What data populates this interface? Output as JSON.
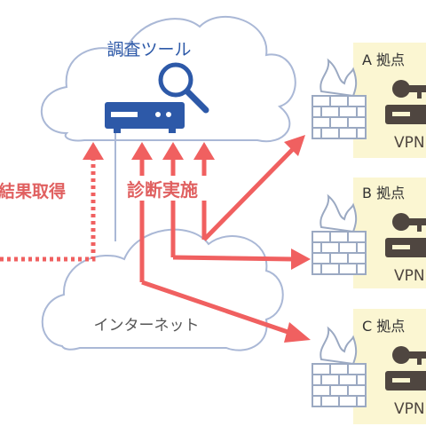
{
  "cloud_top": {
    "label": "調査ツール"
  },
  "cloud_bottom": {
    "label": "インターネット"
  },
  "arrows": {
    "result_label": "結果取得",
    "diagnose_label": "診断実施"
  },
  "sites": [
    {
      "label": "A 拠点",
      "device": "VPN"
    },
    {
      "label": "B 拠点",
      "device": "VPN"
    },
    {
      "label": "C 拠点",
      "device": "VPN"
    }
  ],
  "colors": {
    "cloud_stroke": "#aab8d6",
    "tool_blue": "#2d59a8",
    "arrow_red": "#f06060",
    "site_bg": "#fbf6d2",
    "firewall": "#9ba9c2",
    "device_brown": "#4f4640",
    "label_pink": "#e06060"
  }
}
